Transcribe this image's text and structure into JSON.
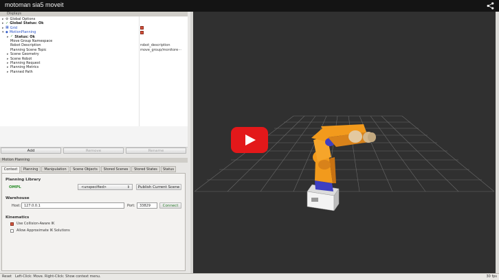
{
  "video": {
    "title": "motoman sia5 moveit"
  },
  "displays": {
    "header": "Displays",
    "tree": [
      {
        "label": "Global Options",
        "indent": 0,
        "arrow": "▸",
        "icon": "gear-icon",
        "style": ""
      },
      {
        "label": "Global Status: Ok",
        "indent": 0,
        "arrow": "▸",
        "icon": "check-icon",
        "style": "bold"
      },
      {
        "label": "Grid",
        "indent": 0,
        "arrow": "▸",
        "icon": "grid-icon",
        "style": "blue",
        "value_checkbox": true
      },
      {
        "label": "MotionPlanning",
        "indent": 0,
        "arrow": "▾",
        "icon": "robot-icon",
        "style": "blue",
        "value_checkbox": true
      },
      {
        "label": "Status: Ok",
        "indent": 1,
        "arrow": "▸",
        "icon": "check-icon",
        "style": "bold"
      },
      {
        "label": "Move Group Namespace",
        "indent": 1,
        "arrow": "",
        "icon": "",
        "style": "",
        "value": ""
      },
      {
        "label": "Robot Description",
        "indent": 1,
        "arrow": "",
        "icon": "",
        "style": "",
        "value": "robot_description"
      },
      {
        "label": "Planning Scene Topic",
        "indent": 1,
        "arrow": "",
        "icon": "",
        "style": "",
        "value": "move_group/monitore⋯"
      },
      {
        "label": "Scene Geometry",
        "indent": 1,
        "arrow": "▸",
        "icon": "",
        "style": ""
      },
      {
        "label": "Scene Robot",
        "indent": 1,
        "arrow": "▸",
        "icon": "",
        "style": ""
      },
      {
        "label": "Planning Request",
        "indent": 1,
        "arrow": "▸",
        "icon": "",
        "style": ""
      },
      {
        "label": "Planning Metrics",
        "indent": 1,
        "arrow": "▸",
        "icon": "",
        "style": ""
      },
      {
        "label": "Planned Path",
        "indent": 1,
        "arrow": "▸",
        "icon": "",
        "style": ""
      }
    ],
    "buttons": {
      "add": "Add",
      "remove": "Remove",
      "rename": "Rename"
    }
  },
  "motion_planning": {
    "header": "Motion Planning",
    "tabs": [
      "Context",
      "Planning",
      "Manipulation",
      "Scene Objects",
      "Stored Scenes",
      "Stored States",
      "Status"
    ],
    "active_tab": "Context",
    "planning_library": {
      "heading": "Planning Library",
      "library": "OMPL",
      "planner_value": "<unspecified>",
      "publish_button": "Publish Current Scene"
    },
    "warehouse": {
      "heading": "Warehouse",
      "host_label": "Host:",
      "host_value": "127.0.0.1",
      "port_label": "Port:",
      "port_value": "33829",
      "connect_button": "Connect"
    },
    "kinematics": {
      "heading": "Kinematics",
      "collision_aware_label": "Use Collision-Aware IK",
      "collision_aware_checked": true,
      "approx_label": "Allow Approximate IK Solutions",
      "approx_checked": false
    }
  },
  "statusbar": {
    "reset": "Reset",
    "hint": "Left-Click: Move. Right-Click: Show context menu.",
    "fps": "30 fps"
  },
  "colors": {
    "viewport_bg": "#303030",
    "robot_orange": "#f29a1c",
    "robot_blue": "#3e3fc1",
    "youtube_red": "#e3181a",
    "accent_blue": "#2a54c5",
    "status_green": "#2b8d2b"
  }
}
